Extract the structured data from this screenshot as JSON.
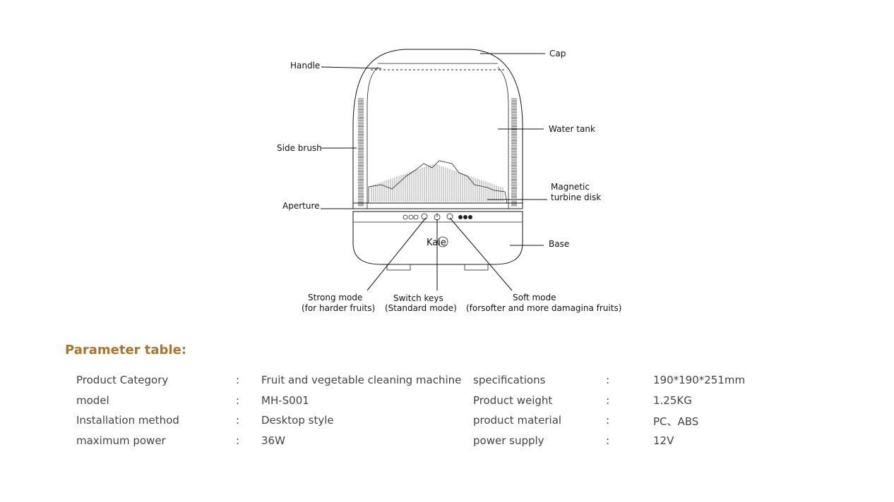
{
  "labels": {
    "handle": "Handle",
    "cap": "Cap",
    "water_tank": "Water tank",
    "side_brush": "Side brush",
    "magnetic_l1": "Magnetic",
    "magnetic_l2": "turbine disk",
    "aperture": "Aperture",
    "base": "Base",
    "brand": "Kaie",
    "strong_l1": "Strong mode",
    "strong_l2": "(for harder fruits)",
    "switch_l1": "Switch keys",
    "switch_l2": "(Standard mode)",
    "soft_l1": "Soft mode",
    "soft_l2": "(forsofter and more damagina fruits)"
  },
  "table": {
    "title": "Parameter table:",
    "separator": ":",
    "rows": [
      {
        "k1": "Product Category",
        "v1": "Fruit and vegetable cleaning machine",
        "k2": "specifications",
        "v2": "190*190*251mm"
      },
      {
        "k1": "model",
        "v1": "MH-S001",
        "k2": "Product weight",
        "v2": "1.25KG"
      },
      {
        "k1": "Installation method",
        "v1": "Desktop style",
        "k2": "product material",
        "v2": "PC、ABS"
      },
      {
        "k1": "maximum power",
        "v1": "36W",
        "k2": "power supply",
        "v2": "12V"
      }
    ]
  }
}
